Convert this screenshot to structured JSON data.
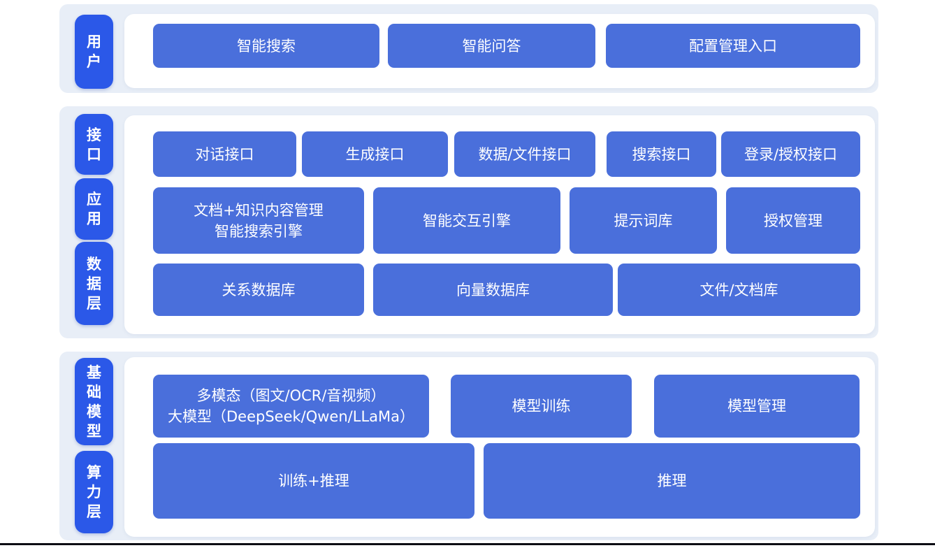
{
  "diagram": {
    "colors": {
      "section_bg": "#e8eef7",
      "panel_bg": "#ffffff",
      "layer_label_blue": "#2b58e8",
      "block_blue": "#4a6fdb",
      "text": "#ffffff",
      "bottom_divider": "#0d0d14"
    },
    "sections": [
      {
        "name": "user-layer",
        "labels": [
          {
            "text": "用户"
          }
        ],
        "rows": [
          {
            "buttons": [
              {
                "lines": [
                  "智能搜索"
                ]
              },
              {
                "lines": [
                  "智能问答"
                ]
              },
              {
                "lines": [
                  "配置管理入口"
                ]
              }
            ]
          }
        ]
      },
      {
        "name": "interface-application-data-layer",
        "labels": [
          {
            "text": "接口"
          },
          {
            "text": "应用"
          },
          {
            "text": "数据层"
          }
        ],
        "rows": [
          {
            "buttons": [
              {
                "lines": [
                  "对话接口"
                ]
              },
              {
                "lines": [
                  "生成接口"
                ]
              },
              {
                "lines": [
                  "数据/文件接口"
                ]
              },
              {
                "lines": [
                  "搜索接口"
                ]
              },
              {
                "lines": [
                  "登录/授权接口"
                ]
              }
            ]
          },
          {
            "buttons": [
              {
                "lines": [
                  "文档+知识内容管理",
                  "智能搜索引擎"
                ]
              },
              {
                "lines": [
                  "智能交互引擎"
                ]
              },
              {
                "lines": [
                  "提示词库"
                ]
              },
              {
                "lines": [
                  "授权管理"
                ]
              }
            ]
          },
          {
            "buttons": [
              {
                "lines": [
                  "关系数据库"
                ]
              },
              {
                "lines": [
                  "向量数据库"
                ]
              },
              {
                "lines": [
                  "文件/文档库"
                ]
              }
            ]
          }
        ]
      },
      {
        "name": "foundation-model-compute-layer",
        "labels": [
          {
            "text": "基础模型"
          },
          {
            "text": "算力层"
          }
        ],
        "rows": [
          {
            "buttons": [
              {
                "lines": [
                  "多模态（图文/OCR/音视频）",
                  "大模型（DeepSeek/Qwen/LLaMa）"
                ]
              },
              {
                "lines": [
                  "模型训练"
                ]
              },
              {
                "lines": [
                  "模型管理"
                ]
              }
            ]
          },
          {
            "buttons": [
              {
                "lines": [
                  "训练+推理"
                ]
              },
              {
                "lines": [
                  "推理"
                ]
              }
            ]
          }
        ]
      }
    ]
  }
}
